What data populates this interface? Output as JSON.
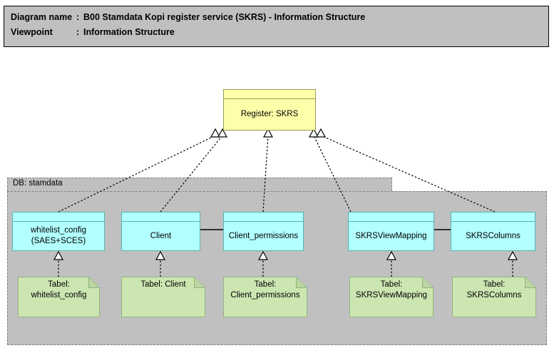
{
  "header": {
    "rows": [
      {
        "key": "Diagram name",
        "sep": ":",
        "value": "B00 Stamdata Kopi register service (SKRS) - Information Structure"
      },
      {
        "key": "Viewpoint",
        "sep": ":",
        "value": "Information Structure"
      }
    ]
  },
  "colors": {
    "header_fill": "#c0c0c0",
    "register_fill": "#ffffaa",
    "register_stroke": "#9a9a55",
    "data_fill": "#b2ffff",
    "data_stroke": "#56b4b4",
    "note_fill": "#cce6b2",
    "note_stroke": "#93b37a",
    "group_fill": "#c0c0c0",
    "group_stroke": "#808080",
    "connector": "#000000"
  },
  "register": {
    "label": "Register: SKRS"
  },
  "group": {
    "label": "DB: stamdata"
  },
  "data_objects": [
    {
      "label": "whitelist_config\n(SAES+SCES)"
    },
    {
      "label": "Client"
    },
    {
      "label": "Client_permissions"
    },
    {
      "label": "SKRSViewMapping"
    },
    {
      "label": "SKRSColumns"
    }
  ],
  "notes": [
    {
      "label": "Tabel:\nwhitelist_config"
    },
    {
      "label": "Tabel: Client"
    },
    {
      "label": "Tabel:\nClient_permissions"
    },
    {
      "label": "Tabel:\nSKRSViewMapping"
    },
    {
      "label": "Tabel: SKRSColumns"
    }
  ]
}
